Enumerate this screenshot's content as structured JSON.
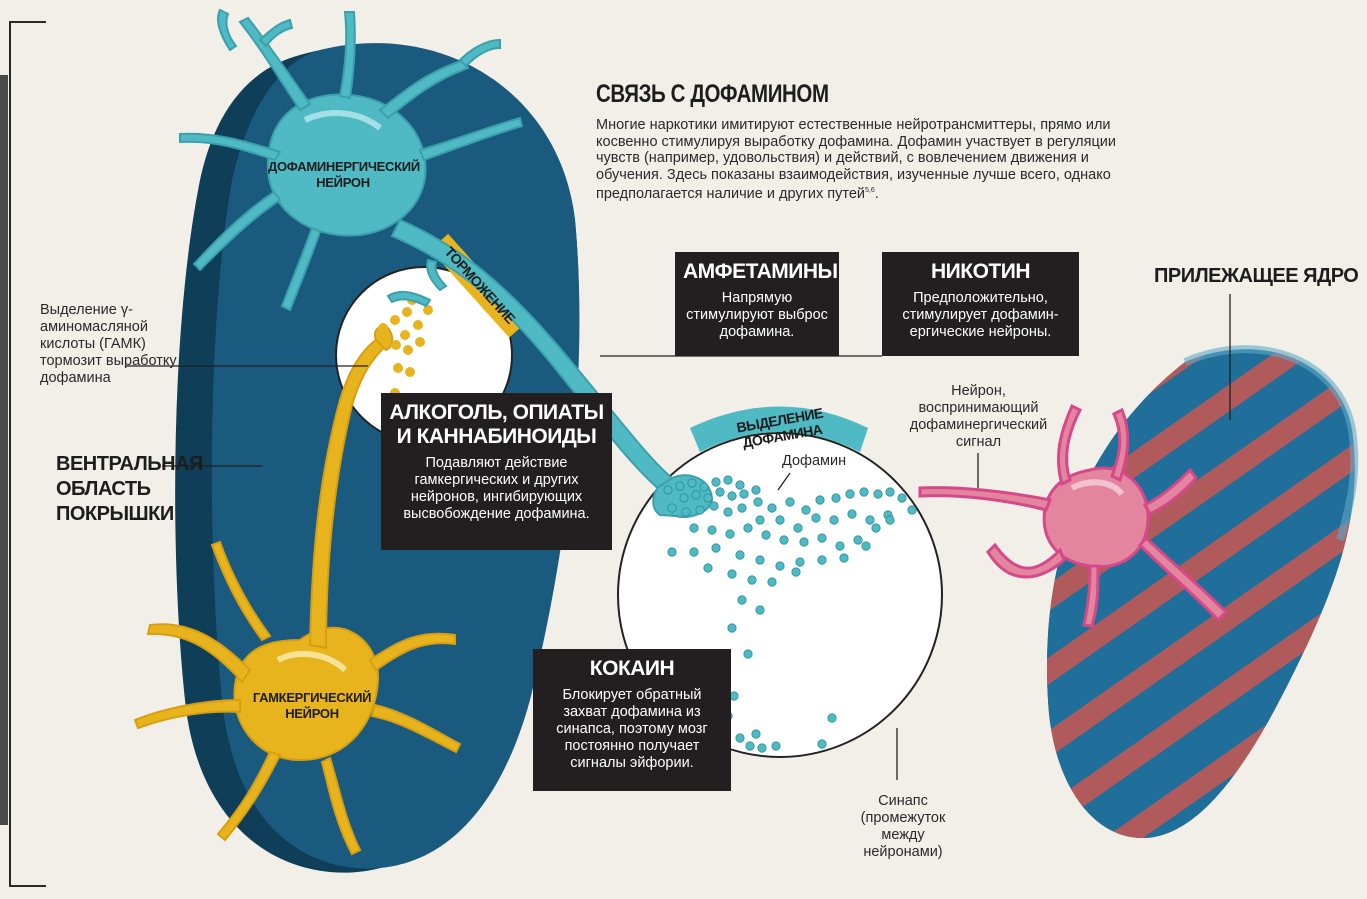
{
  "title": "СВЯЗЬ С ДОФАМИНОМ",
  "intro": "Многие наркотики имитируют естественные нейротрансмиттеры, прямо или косвенно стимулируя выработку дофамина. Дофамин участвует в регуляции чувств (например, удовольствия) и действий, с вовлечением движения и обучения. Здесь показаны взаимодействия, изученные лучше всего, однако предполагается наличие и других путей",
  "intro_refs": "5,6",
  "intro_end": ".",
  "boxes": {
    "amphetamines": {
      "title": "АМФЕТАМИНЫ",
      "text": "Напрямую стимулируют выброс дофамина."
    },
    "nicotine": {
      "title": "НИКОТИН",
      "text": "Предположительно, стимулирует дофамин-ергические нейроны."
    },
    "alcohol": {
      "title": "АЛКОГОЛЬ, ОПИАТЫ И КАННАБИНОИДЫ",
      "text": "Подавляют действие гамкергических и других нейронов, ингибирующих высвобождение дофамина."
    },
    "cocaine": {
      "title": "КОКАИН",
      "text": "Блокирует обратный захват дофамина из синапса, поэтому мозг постоянно получает сигналы эйфории."
    }
  },
  "labels": {
    "gaba_release": "Выделение γ-аминомасляной кислоты (ГАМК) тормозит выработку дофамина",
    "vta": "ВЕНТРАЛЬНАЯ ОБЛАСТЬ ПОКРЫШКИ",
    "dopaminergic_neuron": "ДОФАМИНЕРГИЧЕСКИЙ НЕЙРОН",
    "gaba_neuron": "ГАМКЕРГИЧЕСКИЙ НЕЙРОН",
    "inhibition": "ТОРМОЖЕНИЕ",
    "dopamine_release": "ВЫДЕЛЕНИЕ ДОФАМИНА",
    "dopamine": "Дофамин",
    "receiving_neuron": "Нейрон, воспринимающий дофаминергический сигнал",
    "nucleus_accumbens": "ПРИЛЕЖАЩЕЕ ЯДРО",
    "synapse": "Синапс (промежуток между нейронами)"
  },
  "colors": {
    "background": "#f2efe9",
    "vta_region": "#1a5a7e",
    "dopamine_neuron": "#4fb9c4",
    "gaba_neuron": "#e8b41e",
    "receiving_neuron": "#e3859e",
    "accumbens_stripe": "#b05a5c",
    "box": "#231f20"
  }
}
